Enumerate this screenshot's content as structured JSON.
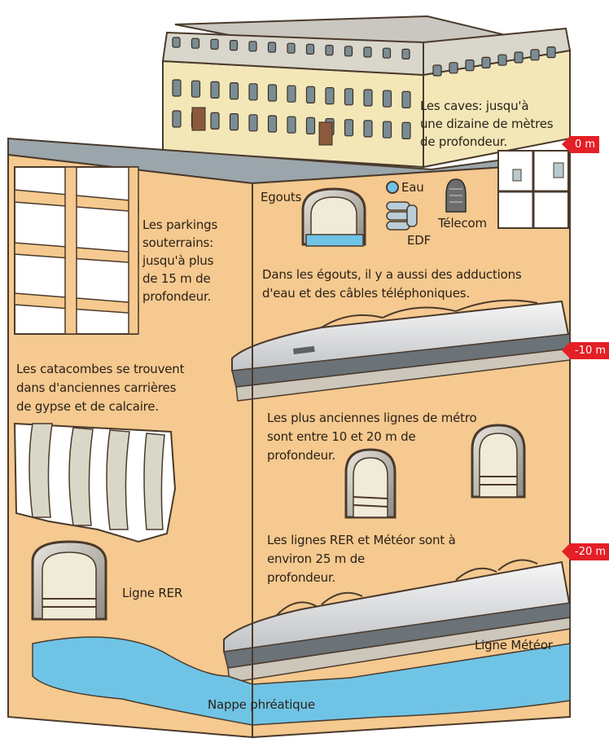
{
  "labels": {
    "caves": "Les caves: jusqu'à une dizaine de mètres de profondeur.",
    "caves_l1": "Les caves: jusqu'à",
    "caves_l2": "une dizaine de mètres",
    "caves_l3": "de profondeur.",
    "parkings_l1": "Les parkings",
    "parkings_l2": "souterrains:",
    "parkings_l3": "jusqu'à plus",
    "parkings_l4": "de 15 m de",
    "parkings_l5": "profondeur.",
    "egouts": "Egouts",
    "eau": "Eau",
    "edf": "EDF",
    "telecom": "Télecom",
    "adductions_l1": "Dans les égouts, il y a aussi des adductions",
    "adductions_l2": "d'eau et des câbles téléphoniques.",
    "catacombes_l1": "Les catacombes se trouvent",
    "catacombes_l2": "dans d'anciennes carrières",
    "catacombes_l3": "de gypse et de calcaire.",
    "metro_l1": "Les  plus anciennes lignes de métro",
    "metro_l2": "sont entre 10 et 20 m de",
    "metro_l3": "profondeur.",
    "rer_meteor_l1": "Les lignes RER et Météor sont à",
    "rer_meteor_l2": "environ 25 m de",
    "rer_meteor_l3": "profondeur.",
    "ligne_rer": "Ligne RER",
    "ligne_meteor": "Ligne Météor",
    "nappe": "Nappe phréatique"
  },
  "depth_tags": [
    "0 m",
    "-10 m",
    "-20 m"
  ],
  "colors": {
    "building_face": "#f5c98f",
    "building_top": "#9aa6ab",
    "outline": "#4a3a2c",
    "water": "#6fc4e6",
    "depth_tag": "#e41f26",
    "facade": "#f3e7b8"
  }
}
